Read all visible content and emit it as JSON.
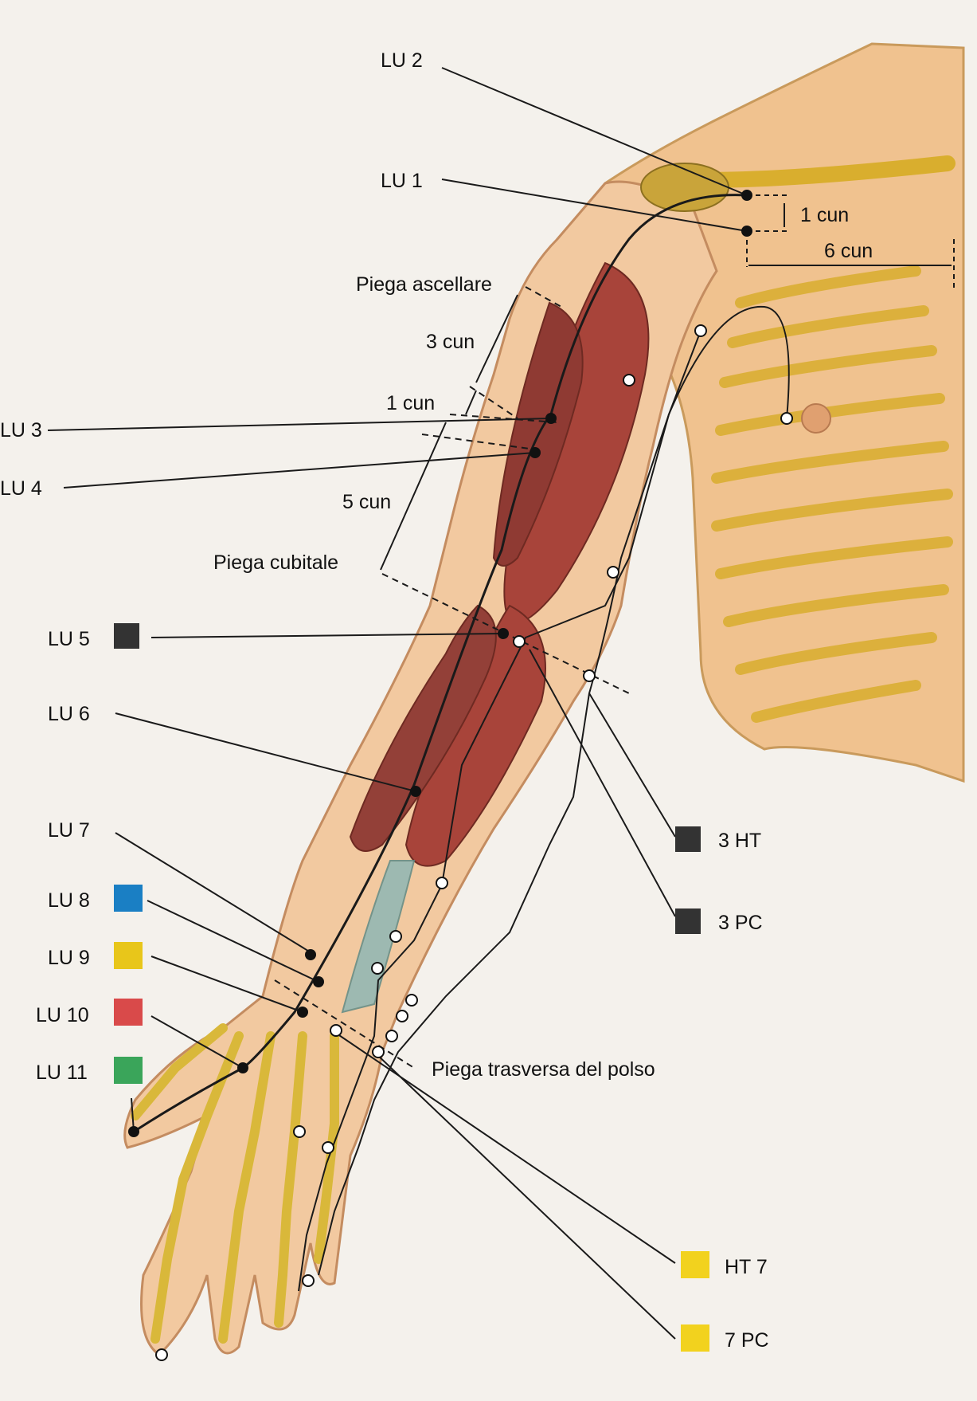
{
  "points": {
    "lu1": "LU 1",
    "lu2": "LU 2",
    "lu3": "LU 3",
    "lu4": "LU 4",
    "lu5": "LU 5",
    "lu6": "LU 6",
    "lu7": "LU 7",
    "lu8": "LU 8",
    "lu9": "LU 9",
    "lu10": "LU 10",
    "lu11": "LU 11",
    "ht3": "3 HT",
    "pc3": "3 PC",
    "ht7": "HT 7",
    "pc7": "7 PC"
  },
  "measures": {
    "cun1_shoulder": "1 cun",
    "cun6": "6 cun",
    "cun3": "3 cun",
    "cun1_arm": "1 cun",
    "cun5": "5 cun"
  },
  "landmarks": {
    "axillary_fold": "Piega ascellare",
    "cubital_fold": "Piega cubitale",
    "wrist_fold": "Piega trasversa del polso"
  },
  "colors": {
    "lu5": "#333333",
    "lu8": "#1a7fc4",
    "lu9": "#e8c61a",
    "lu10": "#d94a4a",
    "lu11": "#3aa55a",
    "ht3": "#333333",
    "pc3": "#333333",
    "ht7": "#f2d21e",
    "pc7": "#f2d21e",
    "skin": "#f2c9a0",
    "muscle": "#a8443a",
    "bone": "#e3c23c"
  }
}
